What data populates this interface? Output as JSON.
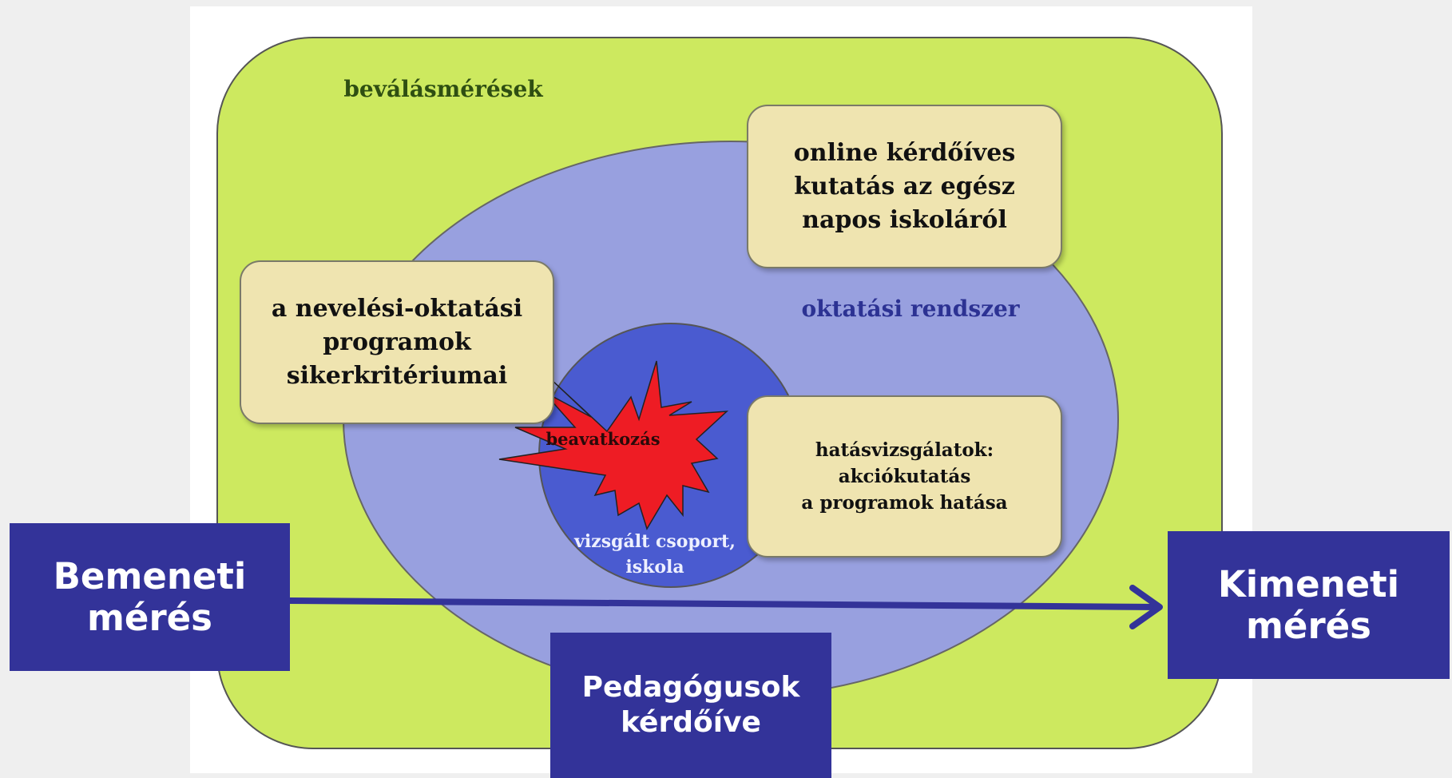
{
  "labels": {
    "outer_title": "beválásmérések",
    "system_title": "oktatási rendszer",
    "group_label": "vizsgált csoport,\niskola",
    "star_label": "beavatkozás"
  },
  "cards": {
    "online": "online kérdőíves\nkutatás az egész\nnapos iskoláról",
    "criteria": "a nevelési-oktatási\nprogramok\nsikerkritériumai",
    "impact": "hatásvizsgálatok:\nakciókutatás\na programok hatása"
  },
  "boxes": {
    "input": "Bemeneti\nmérés",
    "output": "Kimeneti\nmérés",
    "teachers": "Pedagógusok\nkérdőíve"
  },
  "colors": {
    "page_bg": "#efefef",
    "panel_bg": "#ffffff",
    "outer_green": "#cde95f",
    "ellipse_lavender": "#98a0df",
    "inner_blue": "#4a5bd0",
    "star_red": "#ee1c24",
    "navy": "#333399",
    "card_bg": "#efe4b0",
    "green_text": "#2f4f12",
    "blue_text": "#2c3293"
  }
}
